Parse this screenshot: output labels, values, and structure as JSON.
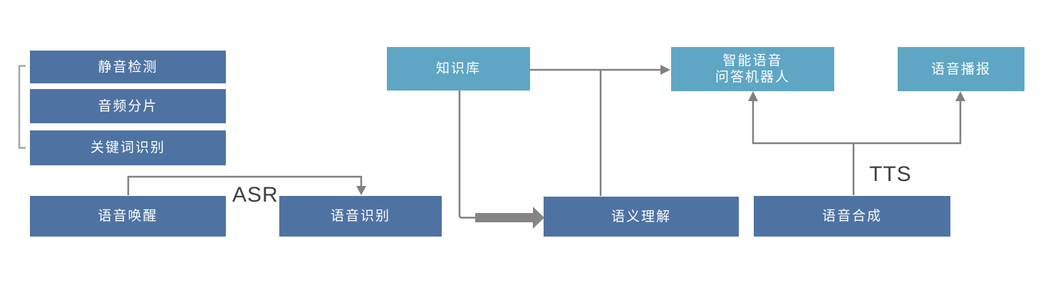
{
  "diagram": {
    "nodes": {
      "silence_detection": {
        "label": "静音检测"
      },
      "audio_slicing": {
        "label": "音频分片"
      },
      "keyword_recognition": {
        "label": "关键词识别"
      },
      "voice_wakeup": {
        "label": "语音唤醒"
      },
      "speech_recognition": {
        "label": "语音识别"
      },
      "knowledge_base": {
        "label": "知识库"
      },
      "semantic_understanding": {
        "label": "语义理解"
      },
      "speech_synthesis": {
        "label": "语音合成"
      },
      "qa_robot": {
        "label_line1": "智能语音",
        "label_line2": "问答机器人"
      },
      "voice_broadcast": {
        "label": "语音播报"
      }
    },
    "edge_labels": {
      "asr": "ASR",
      "tts": "TTS"
    },
    "colors": {
      "node_dark_blue": "#4e73a3",
      "node_light_blue": "#5fa6c4",
      "connector_gray": "#808080",
      "thick_arrow_gray": "#858585",
      "bracket_gray": "#a6a6a6",
      "edge_label_color": "#3f3f3f",
      "node_text": "#ffffff",
      "background": "#ffffff"
    }
  }
}
